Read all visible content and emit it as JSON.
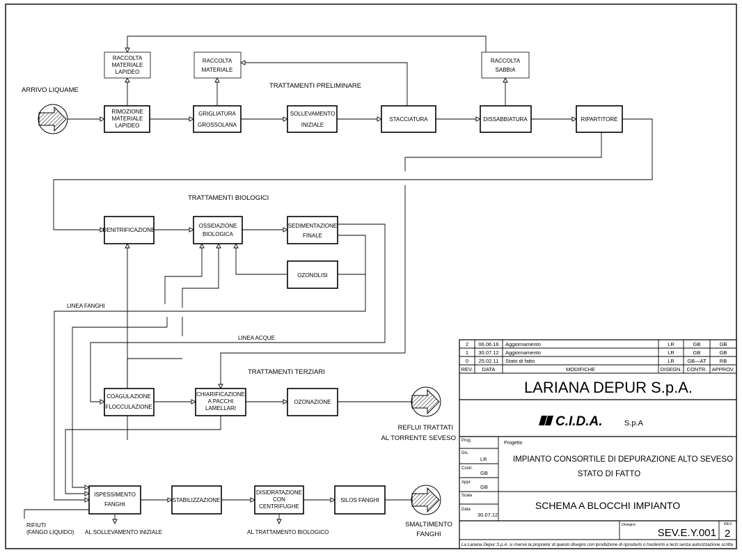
{
  "diagram": {
    "section_titles": {
      "preliminary": "TRATTAMENTI PRELIMINARE",
      "biological": "TRATTAMENTI BIOLOGICI",
      "tertiary": "TRATTAMENTI TERZIARI"
    },
    "labels": {
      "arrival": "ARRIVO LIQUAME",
      "sludge_line": "LINEA FANGHI",
      "water_line": "LINEA ACQUE",
      "effluent_1": "REFLUI TRATTATI",
      "effluent_2": "AL TORRENTE SEVESO",
      "disposal_1": "SMALTIMENTO",
      "disposal_2": "FANGHI",
      "waste_1": "RIFIUTI",
      "waste_2": "(FANGO LIQUIDO)",
      "to_lifting": "AL SOLLEVAMENTO INIZIALE",
      "to_bio": "AL TRATTAMENTO BIOLOGICO"
    },
    "boxes": {
      "raccolta_lapideo": [
        "RACCOLTA",
        "MATERIALE",
        "LAPIDEO"
      ],
      "raccolta_materiale": [
        "RACCOLTA",
        "MATERIALE"
      ],
      "raccolta_sabbia": [
        "RACCOLTA",
        "SABBIA"
      ],
      "rimozione": [
        "RIMOZIONE",
        "MATERIALE",
        "LAPIDEO"
      ],
      "grigliatura": [
        "GRIGLIATURA",
        "GROSSOLANA"
      ],
      "sollevamento": [
        "SOLLEVAMENTO",
        "INIZIALE"
      ],
      "stacciatura": [
        "STACCIATURA"
      ],
      "dissabbiatura": [
        "DISSABBIATURA"
      ],
      "ripartitore": [
        "RIPARTITORE"
      ],
      "denitrificazione": [
        "DENITRIFICAZIONE"
      ],
      "ossidazione": [
        "OSSIDAZIONE",
        "BIOLOGICA"
      ],
      "sedimentazione": [
        "SEDIMENTAZIONE",
        "FINALE"
      ],
      "ozonolisi": [
        "OZONOLISI"
      ],
      "coagulazione": [
        "COAGULAZIONE",
        "FLOCCULAZIONE"
      ],
      "chiarificazione": [
        "CHIARIFICAZIONE",
        "A PACCHI",
        "LAMELLARI"
      ],
      "ozonazione": [
        "OZONAZIONE"
      ],
      "ispessimento": [
        "ISPESSIMENTO",
        "FANGHI"
      ],
      "stabilizzazione": [
        "STABILIZZAZIONE"
      ],
      "disidratazione": [
        "DISIDRATAZIONE",
        "CON",
        "CENTRIFUGHE"
      ],
      "silos": [
        "SILOS FANGHI"
      ]
    }
  },
  "title_block": {
    "revisions": [
      {
        "rev": "2",
        "data": "06.06.16",
        "modifiche": "Aggiornamento",
        "disegn": "LR",
        "contr": "GB",
        "approv": "GB"
      },
      {
        "rev": "1",
        "data": "30.07.12",
        "modifiche": "Aggiornamento",
        "disegn": "LR",
        "contr": "GB",
        "approv": "GB"
      },
      {
        "rev": "0",
        "data": "25.02.11",
        "modifiche": "Stato  di  fatto",
        "disegn": "LR",
        "contr": "GB—AT",
        "approv": "RB"
      }
    ],
    "headers": {
      "rev": "REV.",
      "data": "DATA",
      "modifiche": "MODIFICHE",
      "disegn": "DISEGN.",
      "contr": "CONTR.",
      "approv": "APPROV."
    },
    "company": "LARIANA DEPUR S.p.A.",
    "logo_main": "C.I.D.A.",
    "logo_suffix": "S.p.A",
    "fields": {
      "prog_label": "Prog.",
      "dis_label": "Dis.",
      "dis_value": "LR",
      "contr_label": "Contr.",
      "contr_value": "GB",
      "appr_label": "Appr.",
      "appr_value": "GB",
      "scala_label": "Scala",
      "data_label": "Data",
      "data_value": "30.07.12",
      "progetto_label": "Progetto",
      "disegno_label": "Disegno",
      "rev_label": "REV."
    },
    "project_line1": "IMPIANTO CONSORTILE DI DEPURAZIONE ALTO SEVESO",
    "project_line2": "STATO DI FATTO",
    "drawing_title": "SCHEMA A BLOCCHI IMPIANTO",
    "drawing_number": "SEV.E.Y.001",
    "revision": "2",
    "footer": "La Lariana Depur S.p.A. si riserva la proprieta' di questo disegno con lproibizione di riprodurlo o trasferirlo a terzi senza autorizzazione scritta"
  }
}
